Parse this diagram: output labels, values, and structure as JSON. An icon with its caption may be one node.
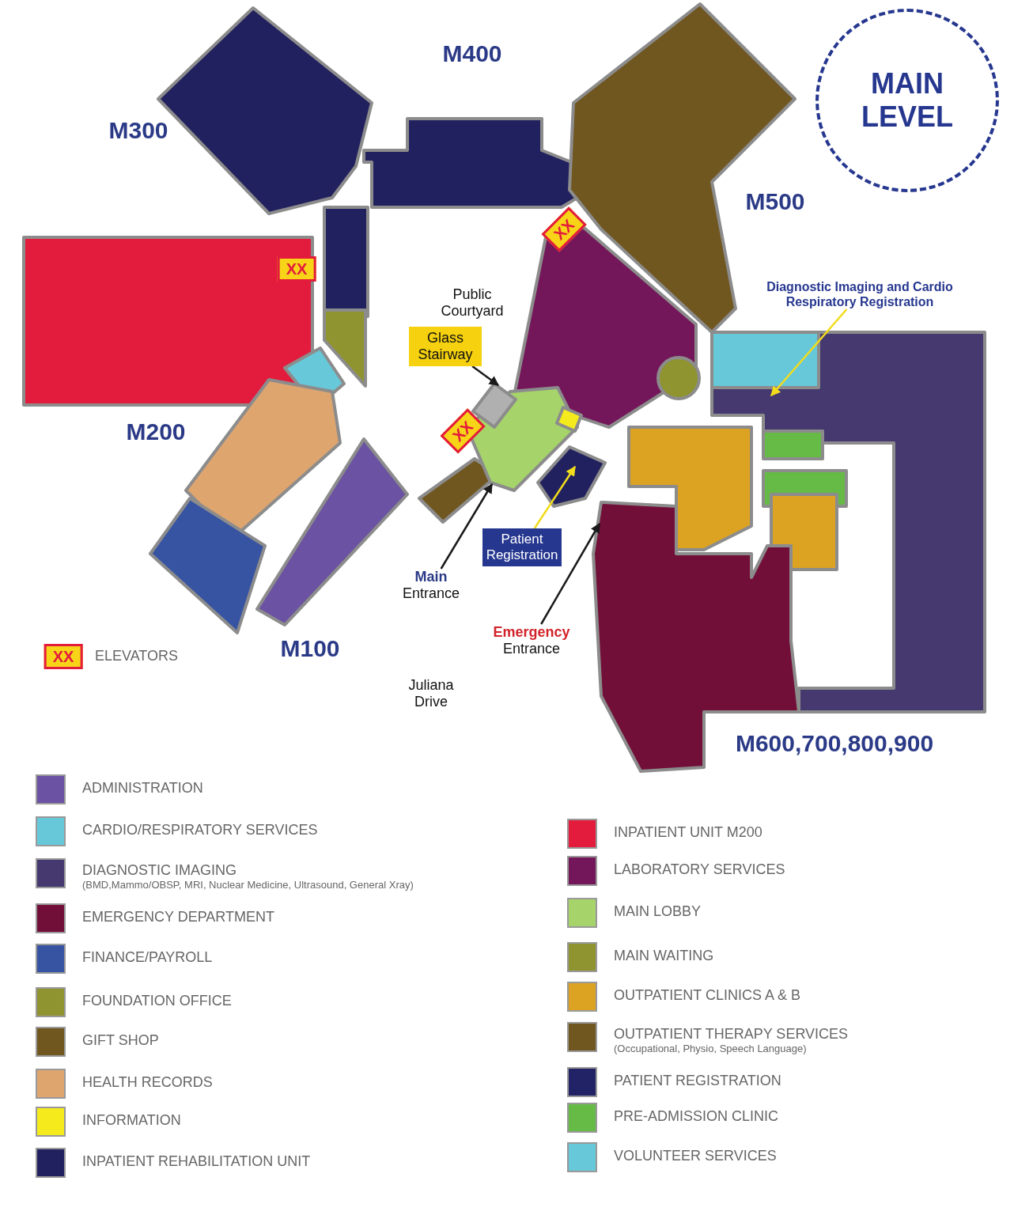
{
  "diagram": {
    "title": "MAIN LEVEL",
    "nodes": [
      {
        "text": [
          "Diagnostic Imaging and Cardio Respiratory Registration"
        ]
      },
      {
        "text": [
          "Glass Stairway"
        ]
      },
      {
        "text": [
          "Patient Registration"
        ]
      },
      {
        "text": [
          "Main",
          "Entrance"
        ]
      },
      {
        "text": [
          "Emergency",
          "Entrance"
        ]
      }
    ],
    "edges": [
      {
        "from": 0,
        "to": null,
        "arrow": "to",
        "color": "#f2dc1c"
      },
      {
        "from": 1,
        "to": null,
        "arrow": "to"
      },
      {
        "from": 2,
        "to": null,
        "arrow": "to",
        "color": "#f2dc1c"
      },
      {
        "from": 3,
        "to": null,
        "arrow": "to"
      },
      {
        "from": 4,
        "to": null,
        "arrow": "to"
      }
    ],
    "labels": [
      "M400",
      "M300",
      "M500",
      "XX",
      "XX",
      "Public Courtyard",
      "M200",
      "XX",
      "M100",
      "XX",
      "Juliana Drive",
      "M600,700,800,900"
    ],
    "legend": [
      {
        "text": "ELEVATORS"
      },
      {
        "text": "ADMINISTRATION",
        "color": "#6b52a3"
      },
      {
        "text": "CARDIO/RESPIRATORY SERVICES",
        "color": "#67c8d9"
      },
      {
        "text": "DIAGNOSTIC IMAGING (BMD,Mammo/OBSP, MRI, Nuclear Medicine, Ultrasound, General Xray)",
        "color": "#46396f"
      },
      {
        "text": "EMERGENCY DEPARTMENT",
        "color": "#720f38"
      },
      {
        "text": "FINANCE/PAYROLL",
        "color": "#3754a3"
      },
      {
        "text": "FOUNDATION OFFICE",
        "color": "#8f9431"
      },
      {
        "text": "GIFT SHOP",
        "color": "#70561f"
      },
      {
        "text": "HEALTH RECORDS",
        "color": "#dea56f"
      },
      {
        "text": "INFORMATION",
        "color": "#f5eb1c"
      },
      {
        "text": "INPATIENT REHABILITATION UNIT",
        "color": "#22215f"
      },
      {
        "text": "INPATIENT UNIT M200",
        "color": "#e31b3c"
      },
      {
        "text": "LABORATORY SERVICES",
        "color": "#74175a"
      },
      {
        "text": "MAIN LOBBY",
        "color": "#a6d46a"
      },
      {
        "text": "MAIN WAITING",
        "color": "#8f9431"
      },
      {
        "text": "OUTPATIENT CLINICS A & B",
        "color": "#dca323"
      },
      {
        "text": "OUTPATIENT THERAPY SERVICES (Occupational, Physio, Speech Language)",
        "color": "#70561f"
      },
      {
        "text": "PATIENT REGISTRATION",
        "color": "#222266"
      },
      {
        "text": "PRE-ADMISSION CLINIC",
        "color": "#66bb46"
      },
      {
        "text": "VOLUNTEER SERVICES",
        "color": "#67c8d9"
      }
    ]
  }
}
